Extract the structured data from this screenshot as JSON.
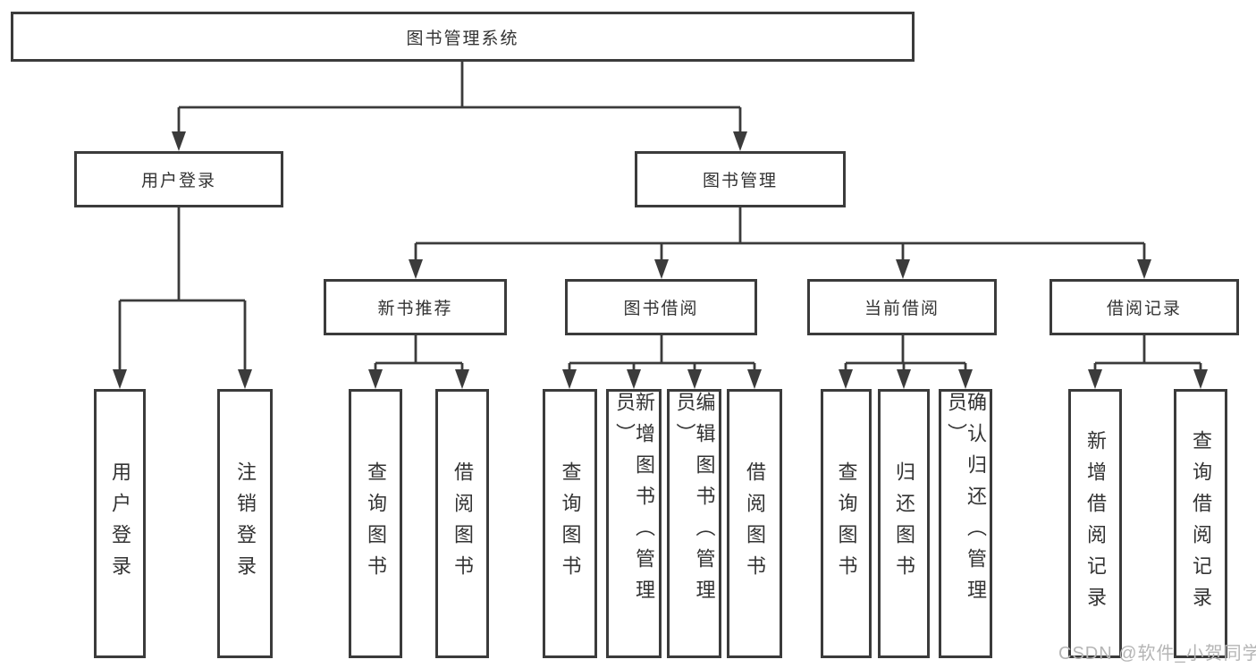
{
  "tree": {
    "root": {
      "label": "图书管理系统",
      "children": [
        {
          "label": "用户登录",
          "children": [
            {
              "label": "用户登录"
            },
            {
              "label": "注销登录"
            }
          ]
        },
        {
          "label": "图书管理",
          "children": [
            {
              "label": "新书推荐",
              "children": [
                {
                  "label": "查询图书"
                },
                {
                  "label": "借阅图书"
                }
              ]
            },
            {
              "label": "图书借阅",
              "children": [
                {
                  "label": "查询图书"
                },
                {
                  "label": "新增图书（管理员）"
                },
                {
                  "label": "编辑图书（管理员）"
                },
                {
                  "label": "借阅图书"
                }
              ]
            },
            {
              "label": "当前借阅",
              "children": [
                {
                  "label": "查询图书"
                },
                {
                  "label": "归还图书"
                },
                {
                  "label": "确认归还（管理员）"
                }
              ]
            },
            {
              "label": "借阅记录",
              "children": [
                {
                  "label": "新增借阅记录"
                },
                {
                  "label": "查询借阅记录"
                }
              ]
            }
          ]
        }
      ]
    }
  },
  "watermark": {
    "text": "CSDN @软件_小贺同学"
  },
  "colors": {
    "line": "#3b3b3b",
    "text": "#333333",
    "background": "#ffffff",
    "watermark": "#b5b5b5"
  }
}
